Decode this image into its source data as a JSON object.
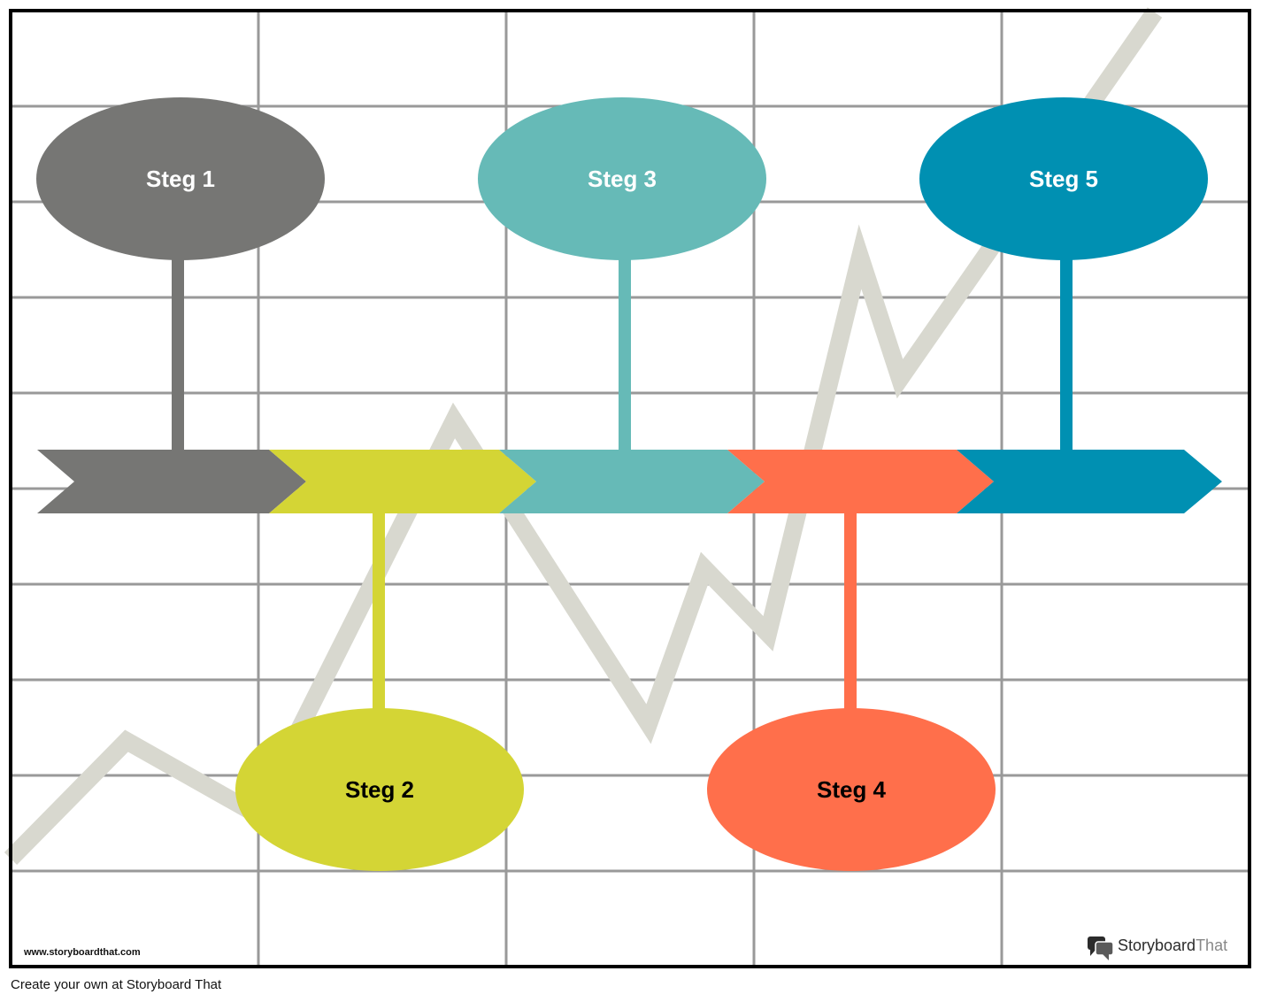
{
  "diagram": {
    "steps": [
      {
        "label": "Steg 1",
        "color": "#767674",
        "text_color": "#ffffff"
      },
      {
        "label": "Steg 2",
        "color": "#d4d535",
        "text_color": "#000000"
      },
      {
        "label": "Steg 3",
        "color": "#66bab7",
        "text_color": "#ffffff"
      },
      {
        "label": "Steg 4",
        "color": "#ff6f4b",
        "text_color": "#000000"
      },
      {
        "label": "Steg 5",
        "color": "#0090b2",
        "text_color": "#ffffff"
      }
    ],
    "grid_color": "#999999",
    "trend_line_color": "#d8d8cf"
  },
  "footer": {
    "url": "www.storyboardthat.com",
    "brand_part1": "Storyboard",
    "brand_part2": "That",
    "logo_icon": "speech-bubbles-icon"
  },
  "cta": "Create your own at Storyboard That"
}
